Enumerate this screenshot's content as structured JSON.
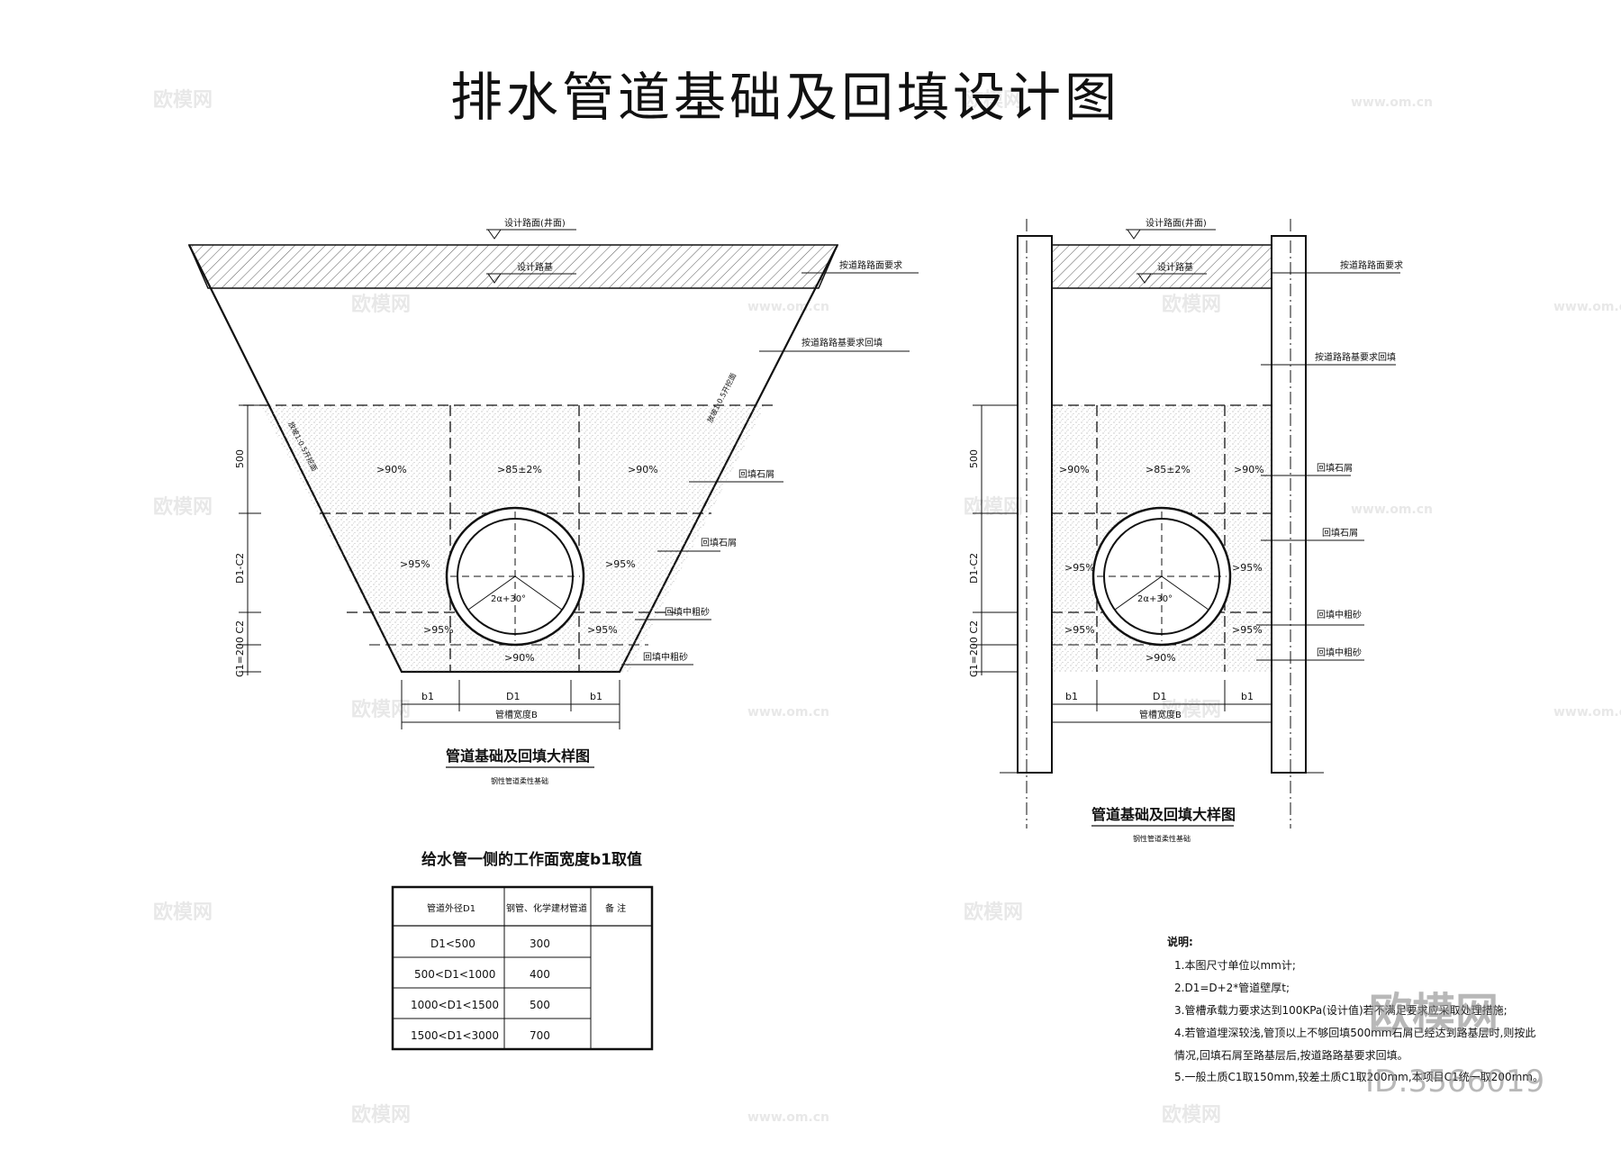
{
  "title": "排水管道基础及回填设计图",
  "left": {
    "top_label_1": "设计路面(井面)",
    "top_label_2": "设计路基",
    "right_labels": [
      "按道路路面要求",
      "按道路路基要求回填",
      "回填石屑",
      "回填石屑",
      "回填中粗砂",
      "回填中粗砂"
    ],
    "slope_label": "放坡1:0.5开挖面",
    "zones": {
      "top_left": ">90%",
      "top_mid": ">85±2%",
      "top_right": ">90%",
      "mid_left": ">95%",
      "mid_right": ">95%",
      "low_left": ">95%",
      "low_right": ">95%",
      "bottom": ">90%"
    },
    "angle": "2α+30°",
    "dims_v": [
      "500",
      "D1-C2",
      "C1=200 C2"
    ],
    "dims_h": [
      "b1",
      "D1",
      "b1"
    ],
    "width_label": "管槽宽度B",
    "caption": "管道基础及回填大样图",
    "subcaption": "钢性管道柔性基础"
  },
  "right": {
    "top_label_1": "设计路面(井面)",
    "top_label_2": "设计路基",
    "right_labels": [
      "按道路路面要求",
      "按道路路基要求回填",
      "回填石屑",
      "回填石屑",
      "回填中粗砂",
      "回填中粗砂"
    ],
    "zones": {
      "top_left": ">90%",
      "top_mid": ">85±2%",
      "top_right": ">90%",
      "mid_left": ">95%",
      "mid_right": ">95%",
      "low_left": ">95%",
      "low_right": ">95%",
      "bottom": ">90%"
    },
    "angle": "2α+30°",
    "dims_v": [
      "500",
      "D1-C2",
      "C1=200 C2"
    ],
    "dims_h": [
      "b1",
      "D1",
      "b1"
    ],
    "width_label": "管槽宽度B",
    "caption": "管道基础及回填大样图",
    "subcaption": "钢性管道柔性基础"
  },
  "table": {
    "title": "给水管一侧的工作面宽度b1取值",
    "headers": [
      "管道外径D1",
      "钢管、化学建材管道",
      "备  注"
    ],
    "rows": [
      [
        "D1<500",
        "300"
      ],
      [
        "500<D1<1000",
        "400"
      ],
      [
        "1000<D1<1500",
        "500"
      ],
      [
        "1500<D1<3000",
        "700"
      ]
    ]
  },
  "notes": {
    "heading": "说明:",
    "items": [
      "1.本图尺寸单位以mm计;",
      "2.D1=D+2*管道壁厚t;",
      "3.管槽承载力要求达到100KPa(设计值)若不满足要求应采取处理措施;",
      "4.若管道埋深较浅,管顶以上不够回填500mm石屑已经达到路基层时,则按此",
      "  情况,回填石屑至路基层后,按道路路基要求回填。",
      "5.一般土质C1取150mm,较差土质C1取200mm,本项目C1统一取200mm。"
    ]
  },
  "watermark": {
    "brand": "欧模网",
    "site": "www.om.cn",
    "id": "ID:3566019"
  }
}
